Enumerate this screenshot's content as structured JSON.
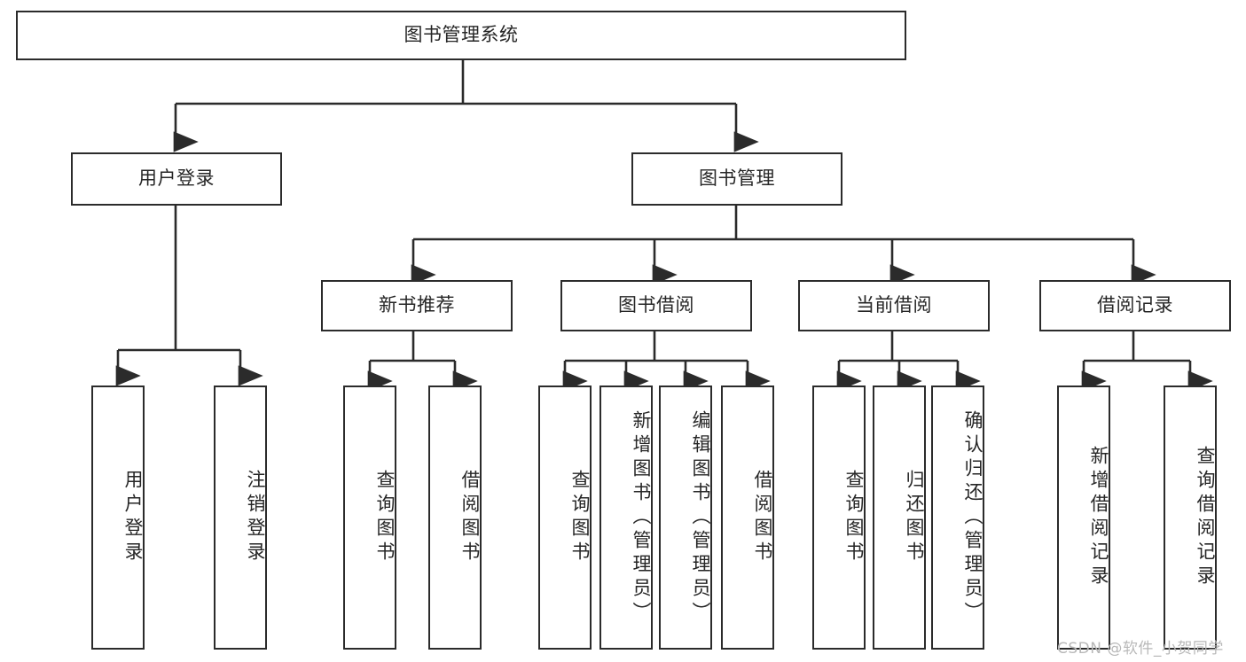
{
  "diagram": {
    "title": "图书管理系统",
    "type": "tree-hierarchy-chart",
    "colors": {
      "background": "#ffffff",
      "border": "#2b2b2b",
      "edge": "#2b2b2b",
      "text": "#262626",
      "watermark": "#b8b8b8"
    },
    "levels": {
      "root": {
        "label": "图书管理系统"
      },
      "level2": [
        {
          "label": "用户登录"
        },
        {
          "label": "图书管理"
        }
      ],
      "level3": [
        {
          "label": "新书推荐"
        },
        {
          "label": "图书借阅"
        },
        {
          "label": "当前借阅"
        },
        {
          "label": "借阅记录"
        }
      ],
      "leaves": {
        "user_login": [
          {
            "label": "用户登录"
          },
          {
            "label": "注销登录"
          }
        ],
        "new_book_recommend": [
          {
            "label": "查询图书"
          },
          {
            "label": "借阅图书"
          }
        ],
        "book_borrow": [
          {
            "label": "查询图书"
          },
          {
            "label": "新增图书（管理员）"
          },
          {
            "label": "编辑图书（管理员）"
          },
          {
            "label": "借阅图书"
          }
        ],
        "current_borrow": [
          {
            "label": "查询图书"
          },
          {
            "label": "归还图书"
          },
          {
            "label": "确认归还（管理员）"
          }
        ],
        "borrow_records": [
          {
            "label": "新增借阅记录"
          },
          {
            "label": "查询借阅记录"
          }
        ]
      }
    },
    "watermark": "CSDN @软件_小贺同学"
  }
}
